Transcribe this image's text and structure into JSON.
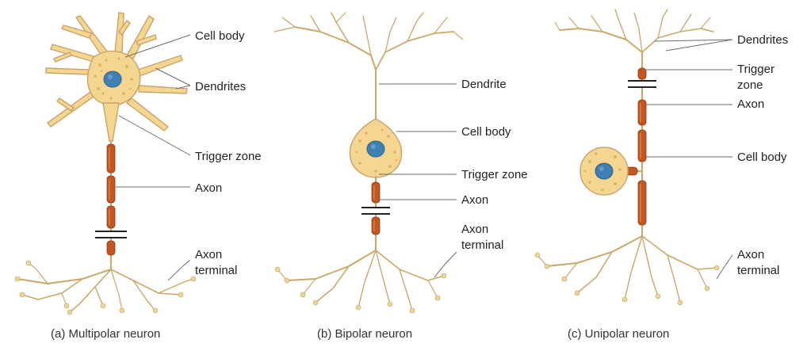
{
  "panels": [
    {
      "caption": "(a) Multipolar neuron",
      "labels": {
        "cell_body": "Cell body",
        "dendrites": "Dendrites",
        "trigger_zone": "Trigger zone",
        "axon": "Axon",
        "axon_terminal_line1": "Axon",
        "axon_terminal_line2": "terminal"
      }
    },
    {
      "caption": "(b) Bipolar neuron",
      "labels": {
        "dendrite": "Dendrite",
        "cell_body": "Cell body",
        "trigger_zone": "Trigger zone",
        "axon": "Axon",
        "axon_terminal_line1": "Axon",
        "axon_terminal_line2": "terminal"
      }
    },
    {
      "caption": "(c) Unipolar neuron",
      "labels": {
        "dendrites": "Dendrites",
        "trigger_line1": "Trigger",
        "trigger_line2": "zone",
        "axon": "Axon",
        "cell_body": "Cell body",
        "axon_terminal_line1": "Axon",
        "axon_terminal_line2": "terminal"
      }
    }
  ],
  "colors": {
    "cell_body": "#f4d690",
    "nucleus": "#3f7fb3",
    "myelin": "#c4561f",
    "dendrite": "#c9a86a"
  }
}
